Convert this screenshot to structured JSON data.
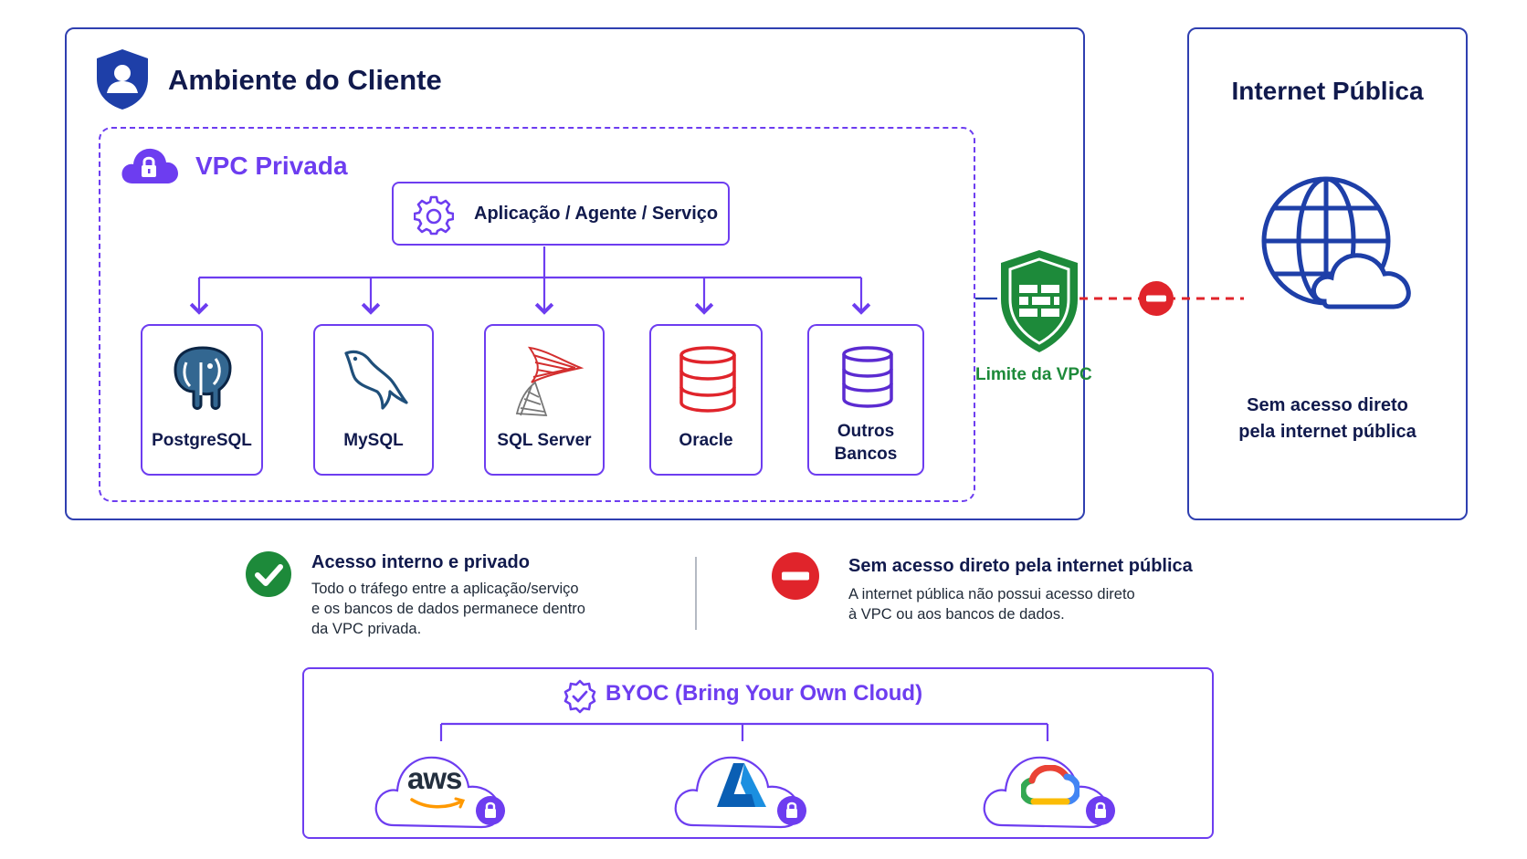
{
  "client_environment": {
    "title": "Ambiente do Cliente",
    "icon": "user-shield-icon"
  },
  "vpc": {
    "title": "VPC Privada",
    "icon": "cloud-lock-icon"
  },
  "application": {
    "label": "Aplicação / Agente / Serviço",
    "icon": "gear-icon"
  },
  "databases": [
    {
      "name": "PostgreSQL",
      "icon": "postgresql-elephant-icon"
    },
    {
      "name": "MySQL",
      "icon": "mysql-dolphin-icon"
    },
    {
      "name": "SQL Server",
      "icon": "sql-server-icon"
    },
    {
      "name": "Oracle",
      "icon": "oracle-database-icon"
    },
    {
      "name_line1": "Outros",
      "name_line2": "Bancos",
      "icon": "database-icon"
    }
  ],
  "vpc_boundary": {
    "label": "Limite da VPC",
    "icon": "firewall-shield-icon",
    "color": "#1d8a3a"
  },
  "internet": {
    "title": "Internet Pública",
    "icon": "globe-cloud-icon",
    "note_line1": "Sem acesso direto",
    "note_line2": "pela internet pública",
    "blocked_icon": "no-entry-icon",
    "blocked_color": "#e0242b"
  },
  "info": {
    "allowed": {
      "title": "Acesso interno e privado",
      "line1": "Todo o tráfego entre a aplicação/serviço",
      "line2": "e os bancos de dados permanece dentro",
      "line3": "da VPC privada.",
      "icon": "check-circle-icon"
    },
    "denied": {
      "title": "Sem acesso direto pela internet pública",
      "line1": "A internet pública não possui acesso direto",
      "line2": "à VPC ou aos bancos de dados.",
      "icon": "no-entry-icon"
    }
  },
  "byoc": {
    "title": "BYOC (Bring Your Own Cloud)",
    "icon": "badge-check-icon",
    "providers": [
      {
        "label": "aws",
        "icon": "aws-logo-icon"
      },
      {
        "label": "Azure",
        "icon": "azure-logo-icon"
      },
      {
        "label": "Google Cloud",
        "icon": "google-cloud-logo-icon"
      }
    ]
  },
  "colors": {
    "navy": "#2f3fb0",
    "purple": "#6d3df0",
    "green": "#1d8a3a",
    "red": "#e0242b"
  }
}
